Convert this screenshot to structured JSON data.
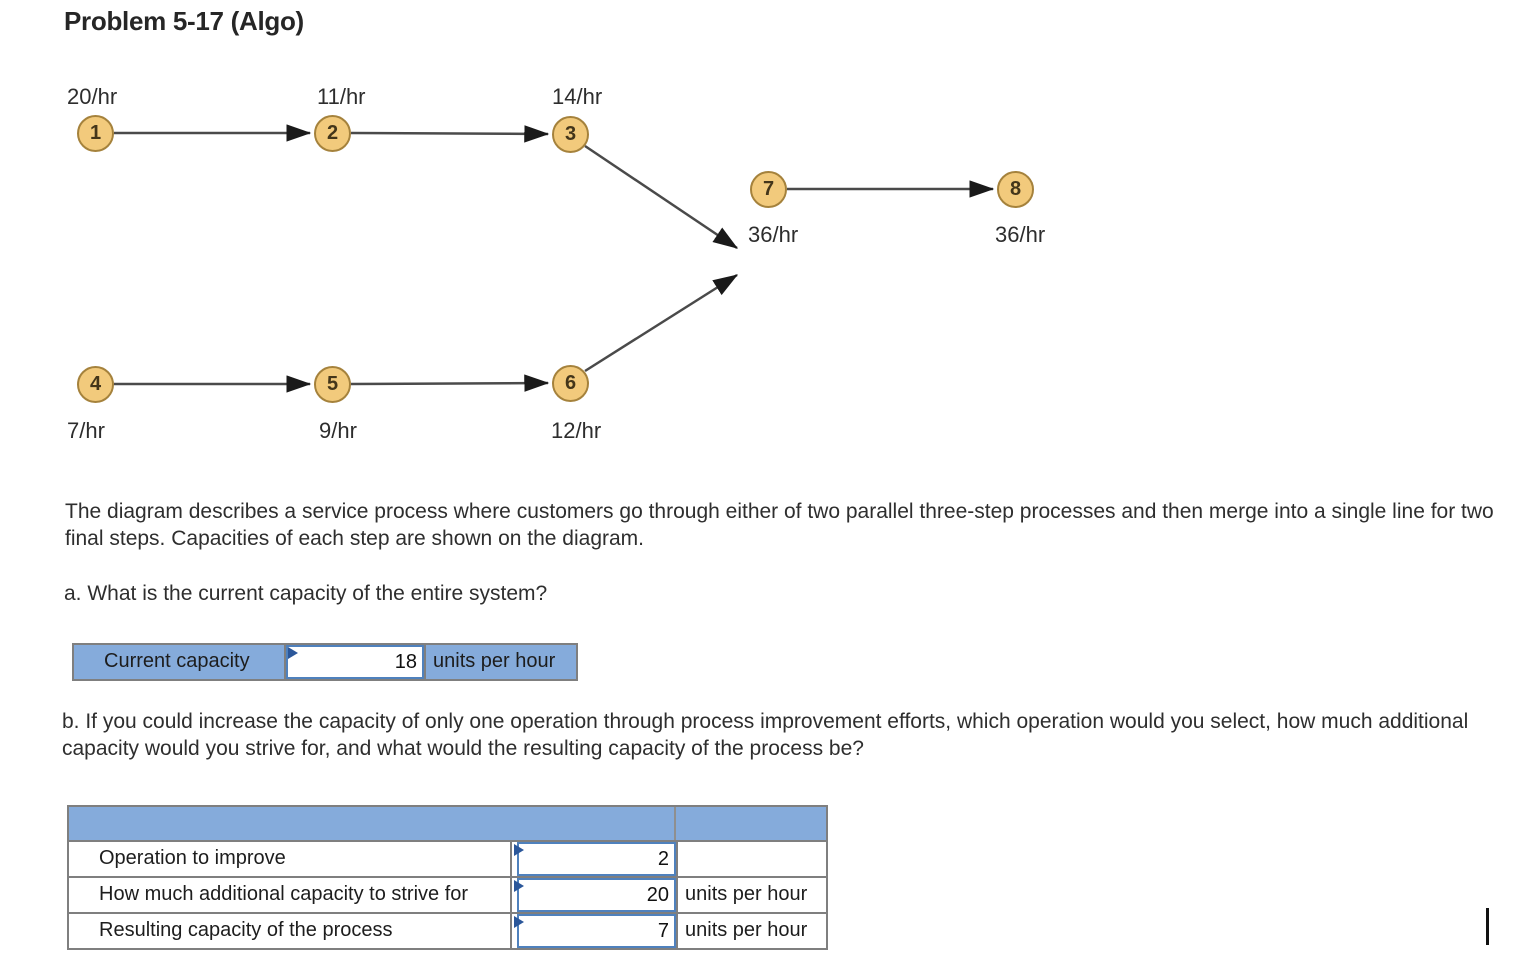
{
  "page_title": "Problem 5-17 (Algo)",
  "diagram": {
    "nodes": [
      {
        "id": "1",
        "capacity": "20/hr"
      },
      {
        "id": "2",
        "capacity": "11/hr"
      },
      {
        "id": "3",
        "capacity": "14/hr"
      },
      {
        "id": "4",
        "capacity": "7/hr"
      },
      {
        "id": "5",
        "capacity": "9/hr"
      },
      {
        "id": "6",
        "capacity": "12/hr"
      },
      {
        "id": "7",
        "capacity": "36/hr"
      },
      {
        "id": "8",
        "capacity": "36/hr"
      }
    ],
    "edges": [
      "1→2",
      "2→3",
      "3→7",
      "4→5",
      "5→6",
      "6→7",
      "7→8"
    ]
  },
  "intro_paragraph": "The diagram describes a service process where customers go through either of two parallel three-step processes and then merge into a single line for two final steps. Capacities of each step are shown on the diagram.",
  "question_a": {
    "prompt": "a. What is the current capacity of the entire system?",
    "row_label": "Current capacity",
    "answer_value": "18",
    "unit_label": "units per hour"
  },
  "question_b": {
    "prompt": "b. If you could increase the capacity of only one operation through process improvement efforts, which operation would you select, how much additional capacity would you strive for, and what would the resulting capacity of the process be?",
    "rows": [
      {
        "label": "Operation to improve",
        "value": "2",
        "unit": ""
      },
      {
        "label": "How much additional capacity to strive for",
        "value": "20",
        "unit": "units per hour"
      },
      {
        "label": "Resulting capacity of the process",
        "value": "7",
        "unit": "units per hour"
      }
    ]
  },
  "colors": {
    "table_fill_blue": "#85abdb",
    "table_border_gray": "#7f7f7f",
    "input_border_blue": "#4f81bd",
    "input_flag_blue": "#2b579a",
    "node_fill": "#f2ca7c",
    "node_border": "#a5823c",
    "arrow_line": "#4a4a4a",
    "text": "#2b2b2b"
  }
}
